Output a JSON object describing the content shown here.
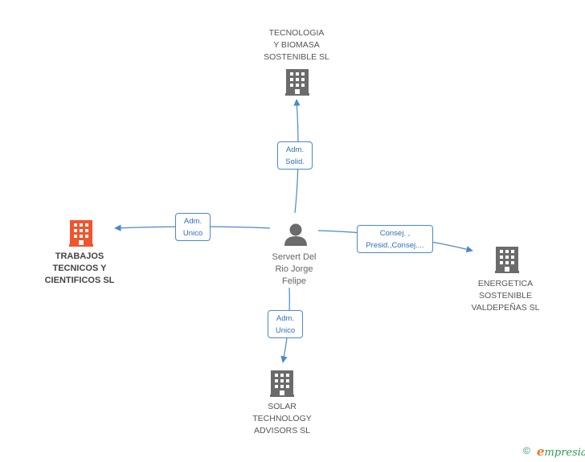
{
  "colors": {
    "edge": "#4a88d0",
    "building": "#6b6b6b",
    "building_main": "#f0552d",
    "person": "#6b6b6b",
    "brand": "#2f9b57",
    "brand_accent": "#e87722"
  },
  "nodes": {
    "center": {
      "label": "Servert Del\nRio Jorge\nFelipe",
      "icon": "person-icon"
    },
    "top": {
      "label": "TECNOLOGIA\nY BIOMASA\nSOSTENIBLE SL",
      "icon": "building-icon"
    },
    "left": {
      "label": "TRABAJOS\nTECNICOS Y\nCIENTIFICOS SL",
      "icon": "building-icon"
    },
    "right": {
      "label": "ENERGETICA\nSOSTENIBLE\nVALDEPEÑAS SL",
      "icon": "building-icon"
    },
    "bottom": {
      "label": "SOLAR\nTECHNOLOGY\nADVISORS SL",
      "icon": "building-icon"
    }
  },
  "edges": {
    "top": {
      "label": "Adm.\nSolid."
    },
    "left": {
      "label": "Adm.\nUnico"
    },
    "right": {
      "label": "Consej. ,\nPresid.,Consej...."
    },
    "bottom": {
      "label": "Adm.\nUnico"
    }
  },
  "footer": {
    "copyright": "©",
    "brand_first": "e",
    "brand_rest": "mpresia"
  }
}
